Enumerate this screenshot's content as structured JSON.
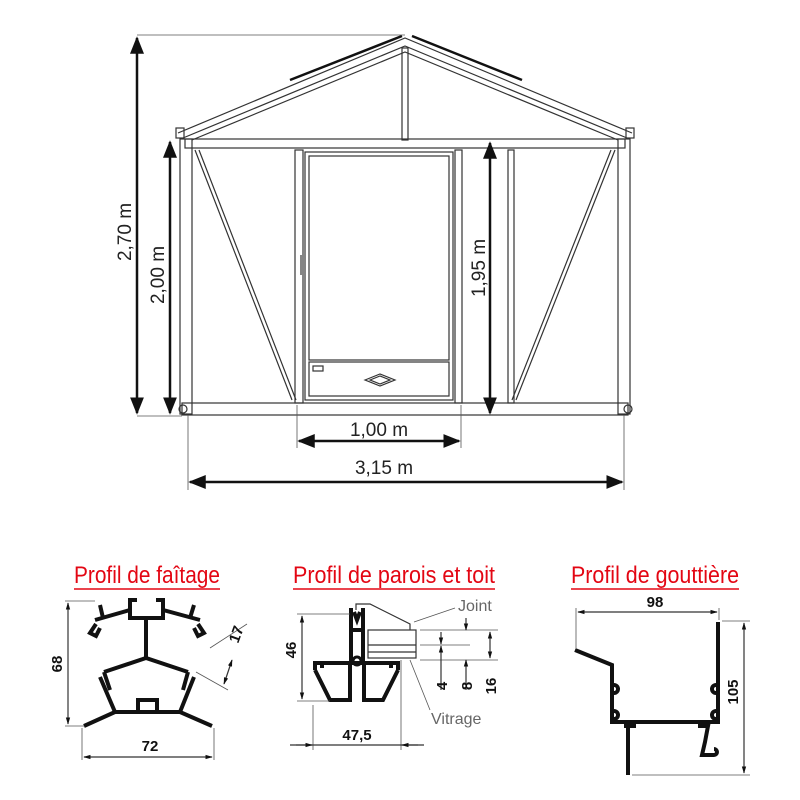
{
  "dimensions": {
    "total_height": "2,70 m",
    "wall_height": "2,00 m",
    "door_height": "1,95 m",
    "door_width": "1,00 m",
    "total_width": "3,15 m"
  },
  "profiles": [
    {
      "title": "Profil de faîtage",
      "dims": [
        "68",
        "72",
        "17"
      ]
    },
    {
      "title": "Profil de parois et toit",
      "dims": [
        "46",
        "47,5",
        "4",
        "8",
        "16"
      ],
      "labels": [
        "Joint",
        "Vitrage"
      ]
    },
    {
      "title": "Profil de gouttière",
      "dims": [
        "98",
        "105"
      ]
    }
  ],
  "colors": {
    "title_red": "#e30613",
    "line": "#222222"
  }
}
